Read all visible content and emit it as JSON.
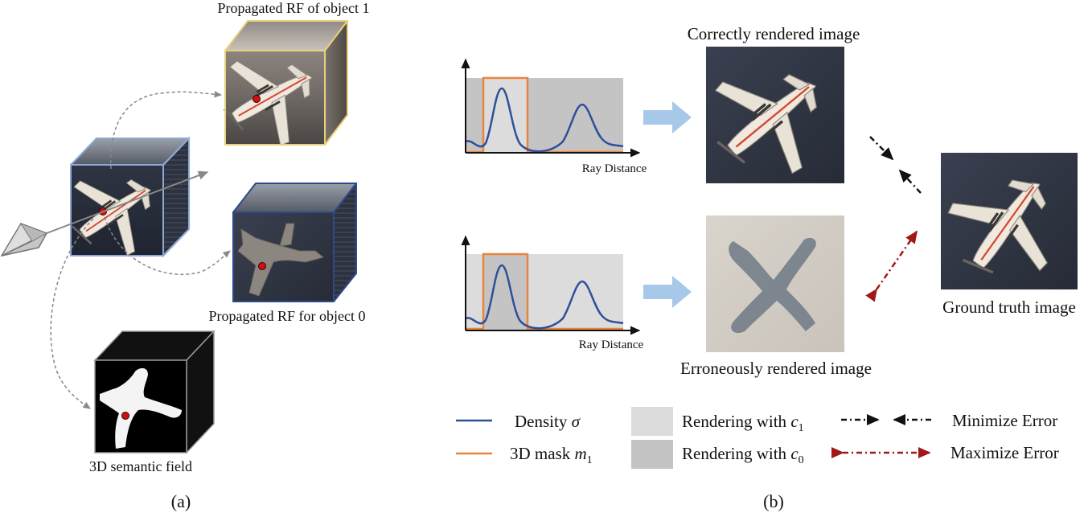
{
  "panel_a": {
    "caption": "(a)",
    "cube_obj1_label": "Propagated RF of object 1",
    "cube_obj0_label": "Propagated RF for object 0",
    "semantic_label": "3D semantic field"
  },
  "panel_b": {
    "caption": "(b)",
    "top_axis_label": "Ray Distance",
    "bottom_axis_label": "Ray Distance",
    "correct_label": "Correctly rendered image",
    "erroneous_label": "Erroneously rendered image",
    "gt_label": "Ground truth image"
  },
  "legend": {
    "density": {
      "text": "Density ",
      "symbol": "σ"
    },
    "mask": {
      "text": "3D mask ",
      "symbol": "m",
      "sub": "1"
    },
    "render_c1": {
      "text": "Rendering with ",
      "symbol": "c",
      "sub": "1"
    },
    "render_c0": {
      "text": "Rendering with ",
      "symbol": "c",
      "sub": "0"
    },
    "minimize": "Minimize Error",
    "maximize": "Maximize Error"
  },
  "colors": {
    "density_curve": "#2f4f9a",
    "mask": "#e8853d",
    "render_c1": "#dcdcdc",
    "render_c0": "#c4c4c4",
    "arrow_blue": "#a7c8e8",
    "minimize_arrow": "#111111",
    "maximize_arrow": "#a01818",
    "cube_obj1_border": "#e7d17a",
    "cube_center_border": "#8fa9d6",
    "cube_obj0_border": "#2f4a8a",
    "red_point": "#d01010"
  },
  "icons": [
    "camera-icon",
    "airplane-photo",
    "airplane-silhouette"
  ]
}
